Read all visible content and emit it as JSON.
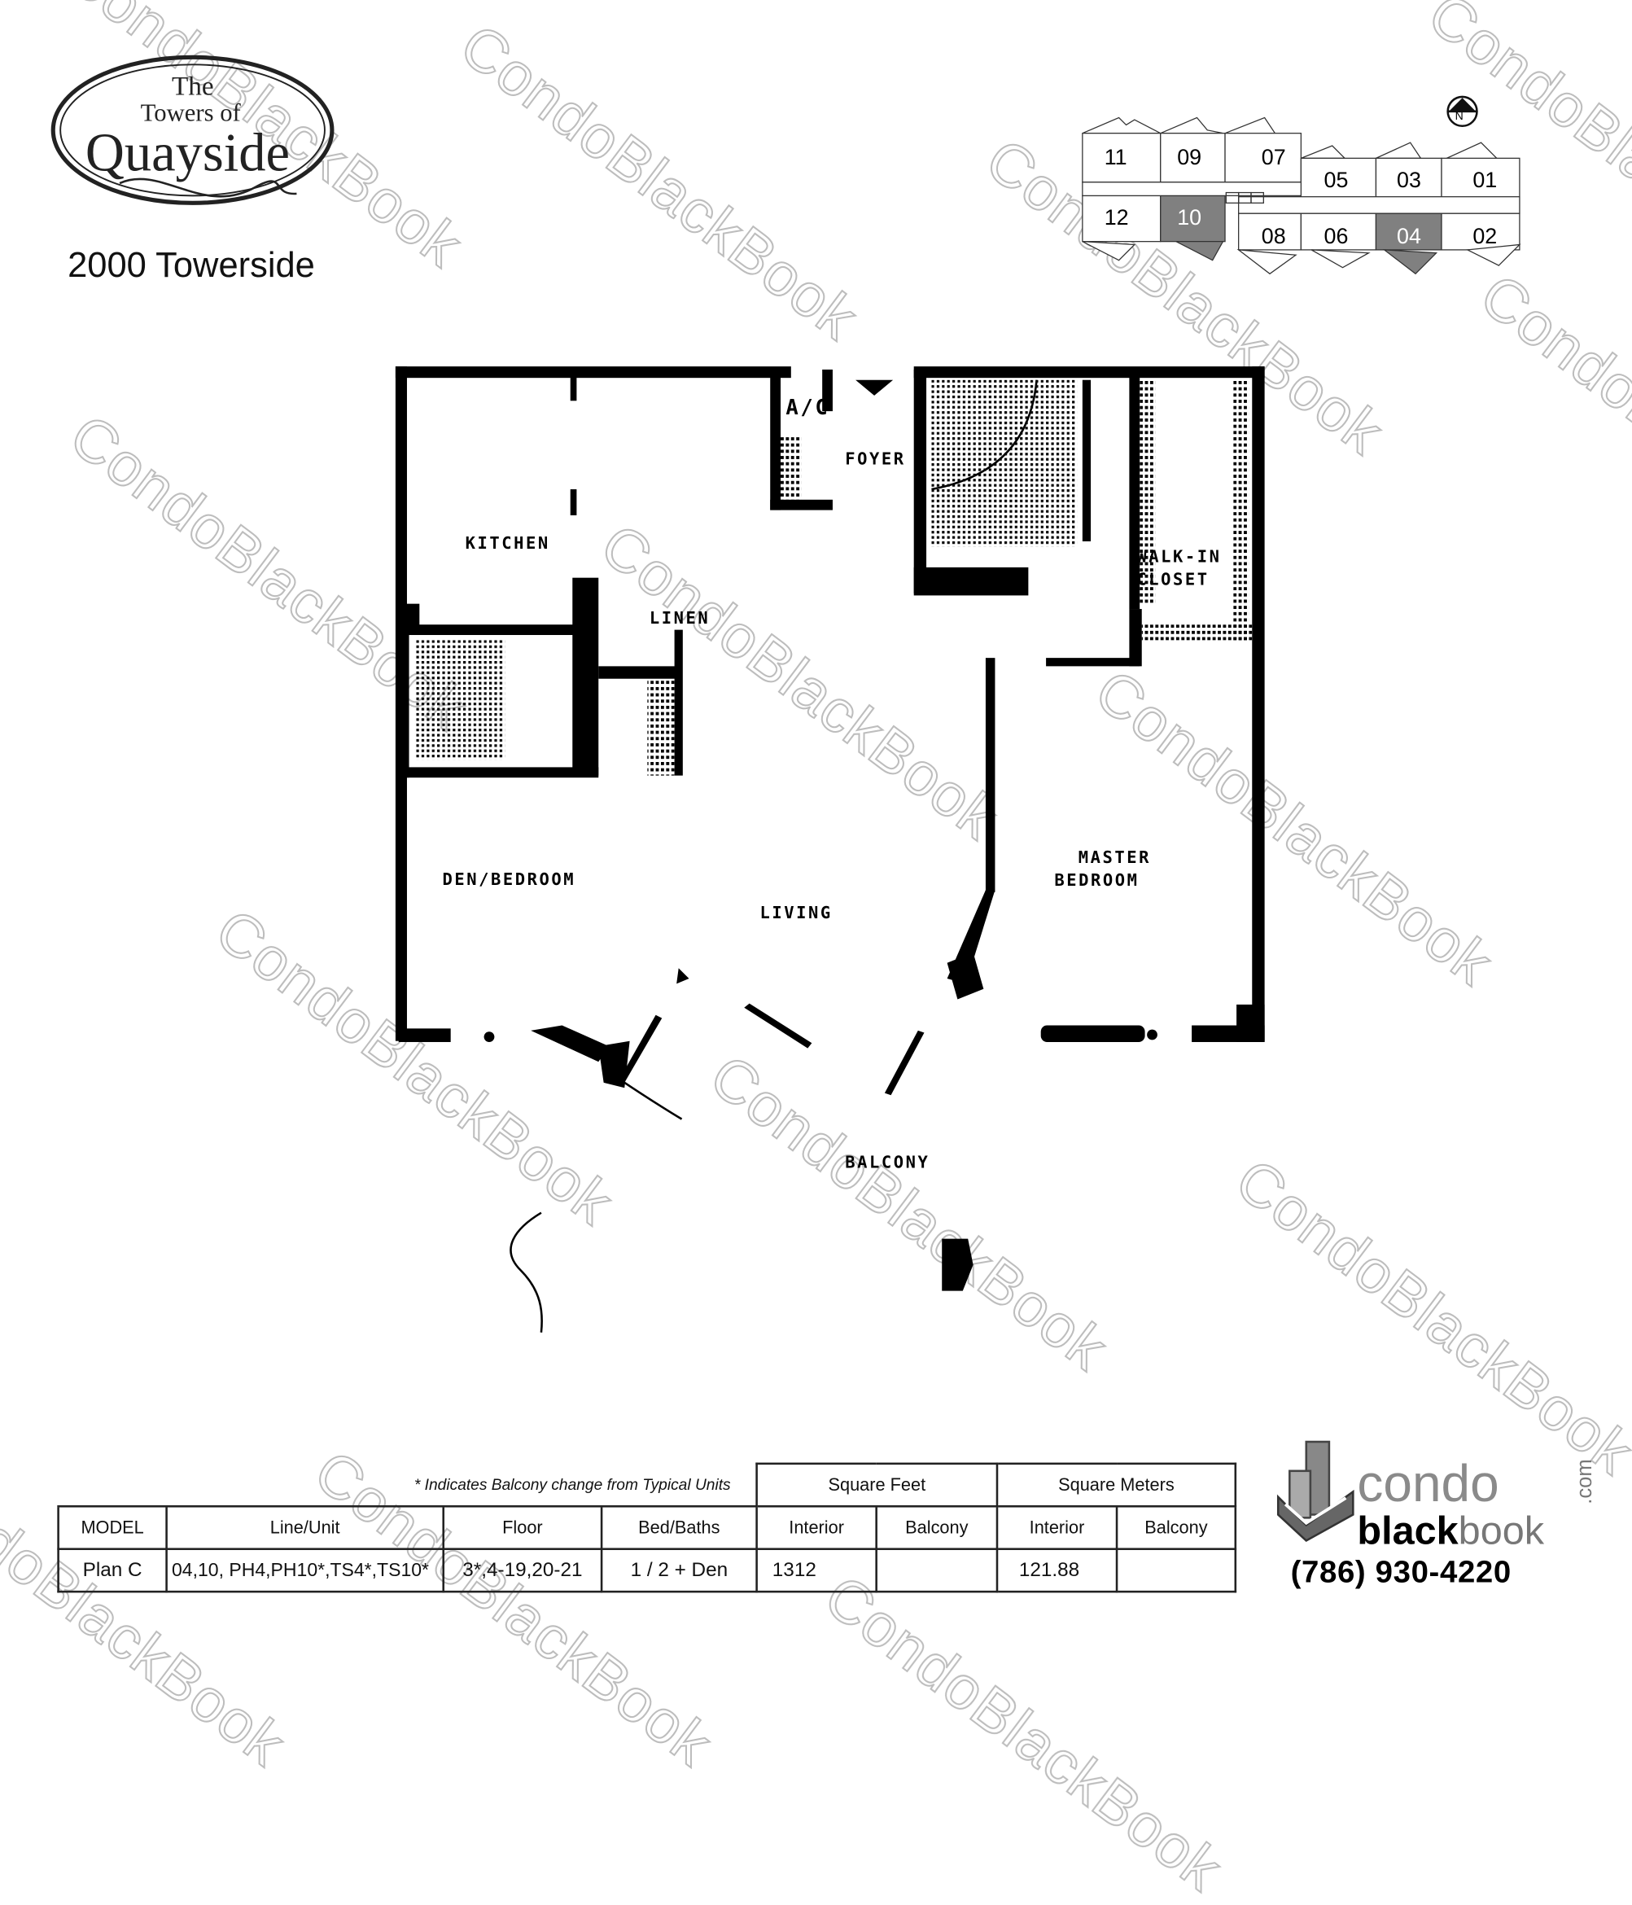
{
  "brand": {
    "logo_line1": "The",
    "logo_line2": "Towers of",
    "logo_line3": "Quayside",
    "building_name": "2000 Towerside"
  },
  "key_plan": {
    "north_label": "N",
    "highlight_color": "#808080",
    "units": [
      "11",
      "09",
      "07",
      "05",
      "03",
      "01",
      "12",
      "10",
      "08",
      "06",
      "04",
      "02"
    ],
    "highlighted_units": [
      "10",
      "04"
    ]
  },
  "floor_plan": {
    "rooms": {
      "kitchen": "KITCHEN",
      "ac": "A/C",
      "foyer": "FOYER",
      "linen": "LINEN",
      "walk_in_closet_1": "WALK-IN",
      "walk_in_closet_2": "CLOSET",
      "den_bedroom": "DEN/BEDROOM",
      "living": "LIVING",
      "master_1": "MASTER",
      "master_2": "BEDROOM",
      "balcony": "BALCONY"
    }
  },
  "spec_table": {
    "note": "* Indicates Balcony change from Typical Units",
    "group_headers": [
      "Square Feet",
      "Square Meters"
    ],
    "headers": [
      "MODEL",
      "Line/Unit",
      "Floor",
      "Bed/Baths",
      "Interior",
      "Balcony",
      "Interior",
      "Balcony"
    ],
    "row": [
      "Plan C",
      "04,10, PH4,PH10*,TS4*,TS10*",
      "3*,4-19,20-21",
      "1 / 2 + Den",
      "1312",
      "",
      "121.88",
      ""
    ]
  },
  "footer_logo": {
    "word1": "condo",
    "word2a": "black",
    "word2b": "book",
    "tld": ".com",
    "phone": "(786) 930-4220"
  },
  "watermark": "CondoBlackBook"
}
